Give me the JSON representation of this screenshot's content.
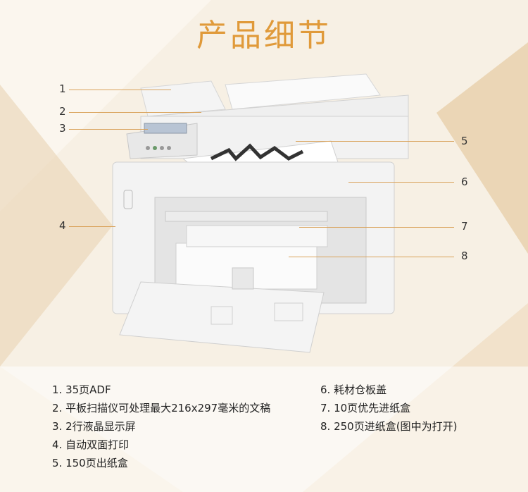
{
  "title": "产品细节",
  "callouts": [
    "1",
    "2",
    "3",
    "4",
    "5",
    "6",
    "7",
    "8"
  ],
  "legend_left": [
    "1. 35页ADF",
    "2. 平板扫描仪可处理最大216x297毫米的文稿",
    "3. 2行液晶显示屏",
    "4. 自动双面打印",
    "5. 150页出纸盒"
  ],
  "legend_right": [
    "6. 耗材仓板盖",
    "7. 10页优先进纸盒",
    "8. 250页进纸盒(图中为打开)"
  ],
  "colors": {
    "title": "#e09a3a",
    "leader": "#d9a25a",
    "background": "#f6efe3"
  }
}
